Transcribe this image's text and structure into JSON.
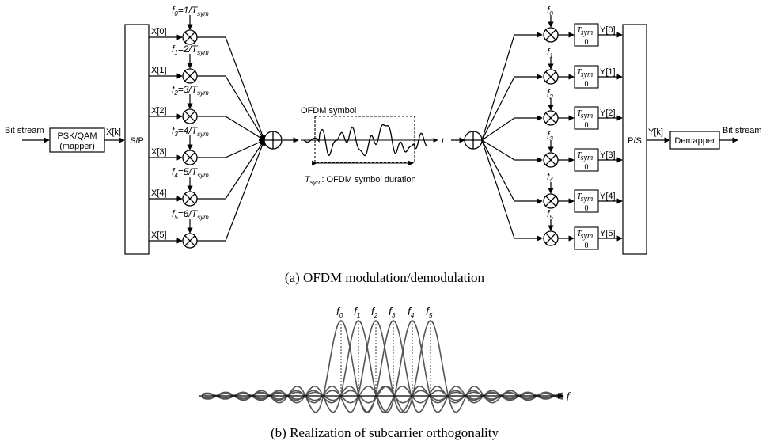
{
  "modulator": {
    "bit_stream_in": "Bit stream",
    "mapper": {
      "line1": "PSK/QAM",
      "line2": "(mapper)"
    },
    "mapper_out": "X[k]",
    "sp": "S/P",
    "branch_inputs": [
      "X[0]",
      "X[1]",
      "X[2]",
      "X[3]",
      "X[4]",
      "X[5]"
    ],
    "carriers": [
      {
        "sym": "f",
        "sub": "0",
        "eq": "=1/T",
        "eqsub": "sym"
      },
      {
        "sym": "f",
        "sub": "1",
        "eq": "=2/T",
        "eqsub": "sym"
      },
      {
        "sym": "f",
        "sub": "2",
        "eq": "=3/T",
        "eqsub": "sym"
      },
      {
        "sym": "f",
        "sub": "3",
        "eq": "=4/T",
        "eqsub": "sym"
      },
      {
        "sym": "f",
        "sub": "4",
        "eq": "=5/T",
        "eqsub": "sym"
      },
      {
        "sym": "f",
        "sub": "5",
        "eq": "=6/T",
        "eqsub": "sym"
      }
    ]
  },
  "channel": {
    "symbol_label": "OFDM symbol",
    "t_label": "t",
    "duration": {
      "T": "T",
      "sub": "sym",
      "rest": ": OFDM symbol duration"
    }
  },
  "demodulator": {
    "carriers": [
      {
        "sym": "f",
        "sub": "0"
      },
      {
        "sym": "f",
        "sub": "1"
      },
      {
        "sym": "f",
        "sub": "2"
      },
      {
        "sym": "f",
        "sub": "3"
      },
      {
        "sym": "f",
        "sub": "4"
      },
      {
        "sym": "f",
        "sub": "5"
      }
    ],
    "integrator": {
      "upper": "T",
      "upper_sub": "sym",
      "lower": "0"
    },
    "outputs": [
      "Y[0]",
      "Y[1]",
      "Y[2]",
      "Y[3]",
      "Y[4]",
      "Y[5]"
    ],
    "ps": "P/S",
    "ps_out": "Y[k]",
    "demapper": "Demapper",
    "bit_stream_out": "Bit stream"
  },
  "caption_a": "(a) OFDM modulation/demodulation",
  "spectrum": {
    "peaks": [
      {
        "sym": "f",
        "sub": "0"
      },
      {
        "sym": "f",
        "sub": "1"
      },
      {
        "sym": "f",
        "sub": "2"
      },
      {
        "sym": "f",
        "sub": "3"
      },
      {
        "sym": "f",
        "sub": "4"
      },
      {
        "sym": "f",
        "sub": "5"
      }
    ],
    "axis_label": "f"
  },
  "caption_b": "(b) Realization of subcarrier orthogonality",
  "colors": {
    "line": "#000000",
    "spectrum": "#555555"
  }
}
